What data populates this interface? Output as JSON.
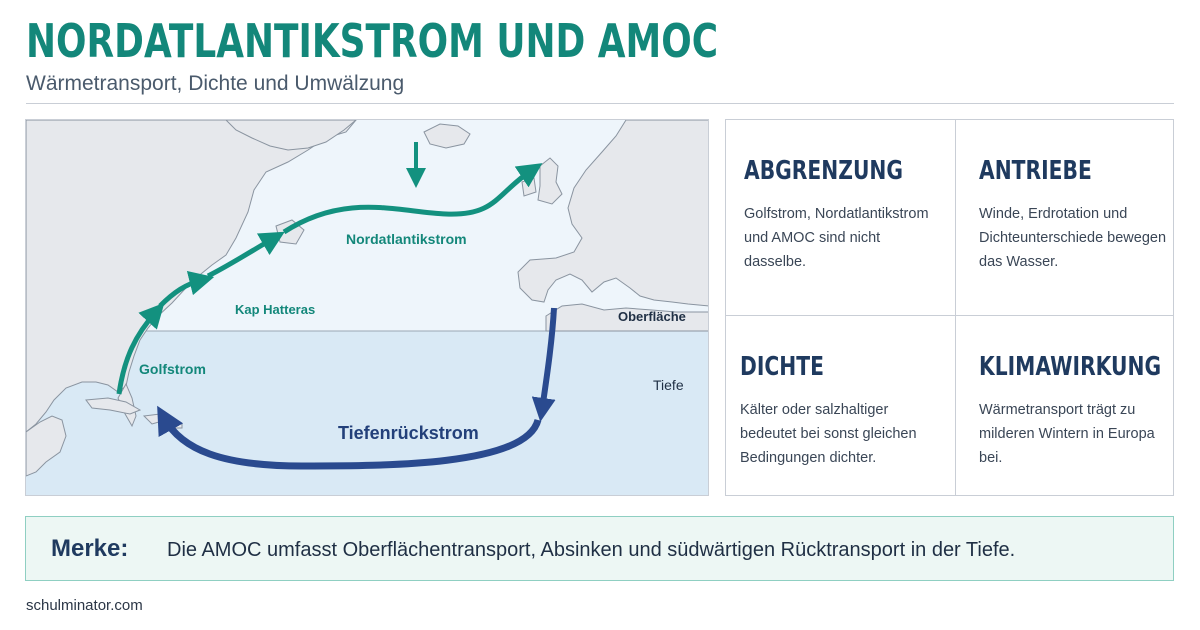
{
  "header": {
    "title": "NORDATLANTIKSTROM UND AMOC",
    "subtitle": "Wärmetransport, Dichte und Umwälzung"
  },
  "map": {
    "labels": {
      "nordatlantikstrom": "Nordatlantikstrom",
      "kap_hatteras": "Kap Hatteras",
      "golfstrom": "Golfstrom",
      "tiefenrueckstrom": "Tiefenrückstrom",
      "oberflaeche": "Oberfläche",
      "tiefe": "Tiefe"
    },
    "colors": {
      "surface_current": "#13917f",
      "deep_current": "#2a4a8f",
      "land": "#e6e8ec",
      "surface_water": "#eef5fb",
      "deep_water": "#d9e9f5"
    }
  },
  "cards": [
    {
      "title": "ABGRENZUNG",
      "text": "Golfstrom, Nordatlantikstrom und AMOC sind nicht dasselbe."
    },
    {
      "title": "ANTRIEBE",
      "text": "Winde, Erdrotation und Dichteunterschiede bewegen das Wasser."
    },
    {
      "title": "DICHTE",
      "text": "Kälter oder salzhaltiger bedeutet bei sonst gleichen Bedingungen dichter."
    },
    {
      "title": "KLIMAWIRKUNG",
      "text": "Wärmetransport trägt zu milderen Wintern in Europa bei."
    }
  ],
  "merke": {
    "label": "Merke:",
    "text": "Die AMOC umfasst Oberflächentransport, Absinken und südwärtigen Rücktransport in der Tiefe."
  },
  "footer": {
    "site": "schulminator.com"
  }
}
